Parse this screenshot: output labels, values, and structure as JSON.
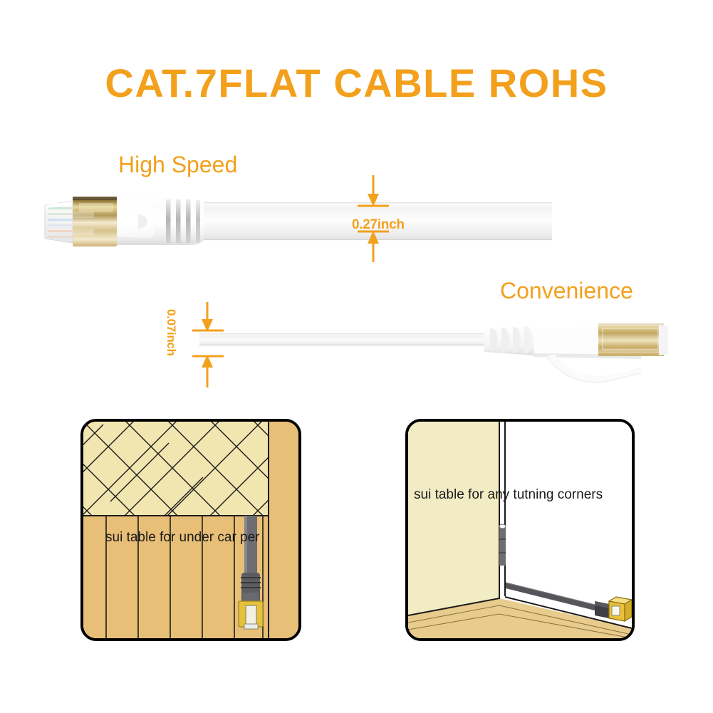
{
  "header": {
    "title": "CAT.7FLAT CABLE ROHS",
    "title_color": "#f3a01c"
  },
  "cables": {
    "top": {
      "label": "High Speed",
      "dimension_label": "0.27inch",
      "connector_side": "left",
      "connector_type": "rj45-gold-shielded",
      "jacket_color": "#f7f7f7"
    },
    "bottom": {
      "label": "Convenience",
      "dimension_label": "0.07inch",
      "connector_side": "right",
      "connector_type": "rj45-gold-shielded",
      "jacket_color": "#f7f7f7"
    }
  },
  "panels": [
    {
      "id": "floor",
      "caption": "sui table for under car per",
      "scene": "herringbone-parquet-over-plank-floor",
      "parquet_color": "#f2e6b0",
      "plank_color": "#e8bf77",
      "cable_color": "#6e6e72",
      "plug_color": "#e8c13a"
    },
    {
      "id": "corner",
      "caption": "sui table for any tutning corners",
      "scene": "room-corner-with-wall-routed-cable",
      "wall_left_color": "#f2ecc4",
      "wall_right_color": "#ffffff",
      "floor_color": "#e8cc8e",
      "cable_color": "#555559",
      "plug_color": "#e8c13a"
    }
  ]
}
